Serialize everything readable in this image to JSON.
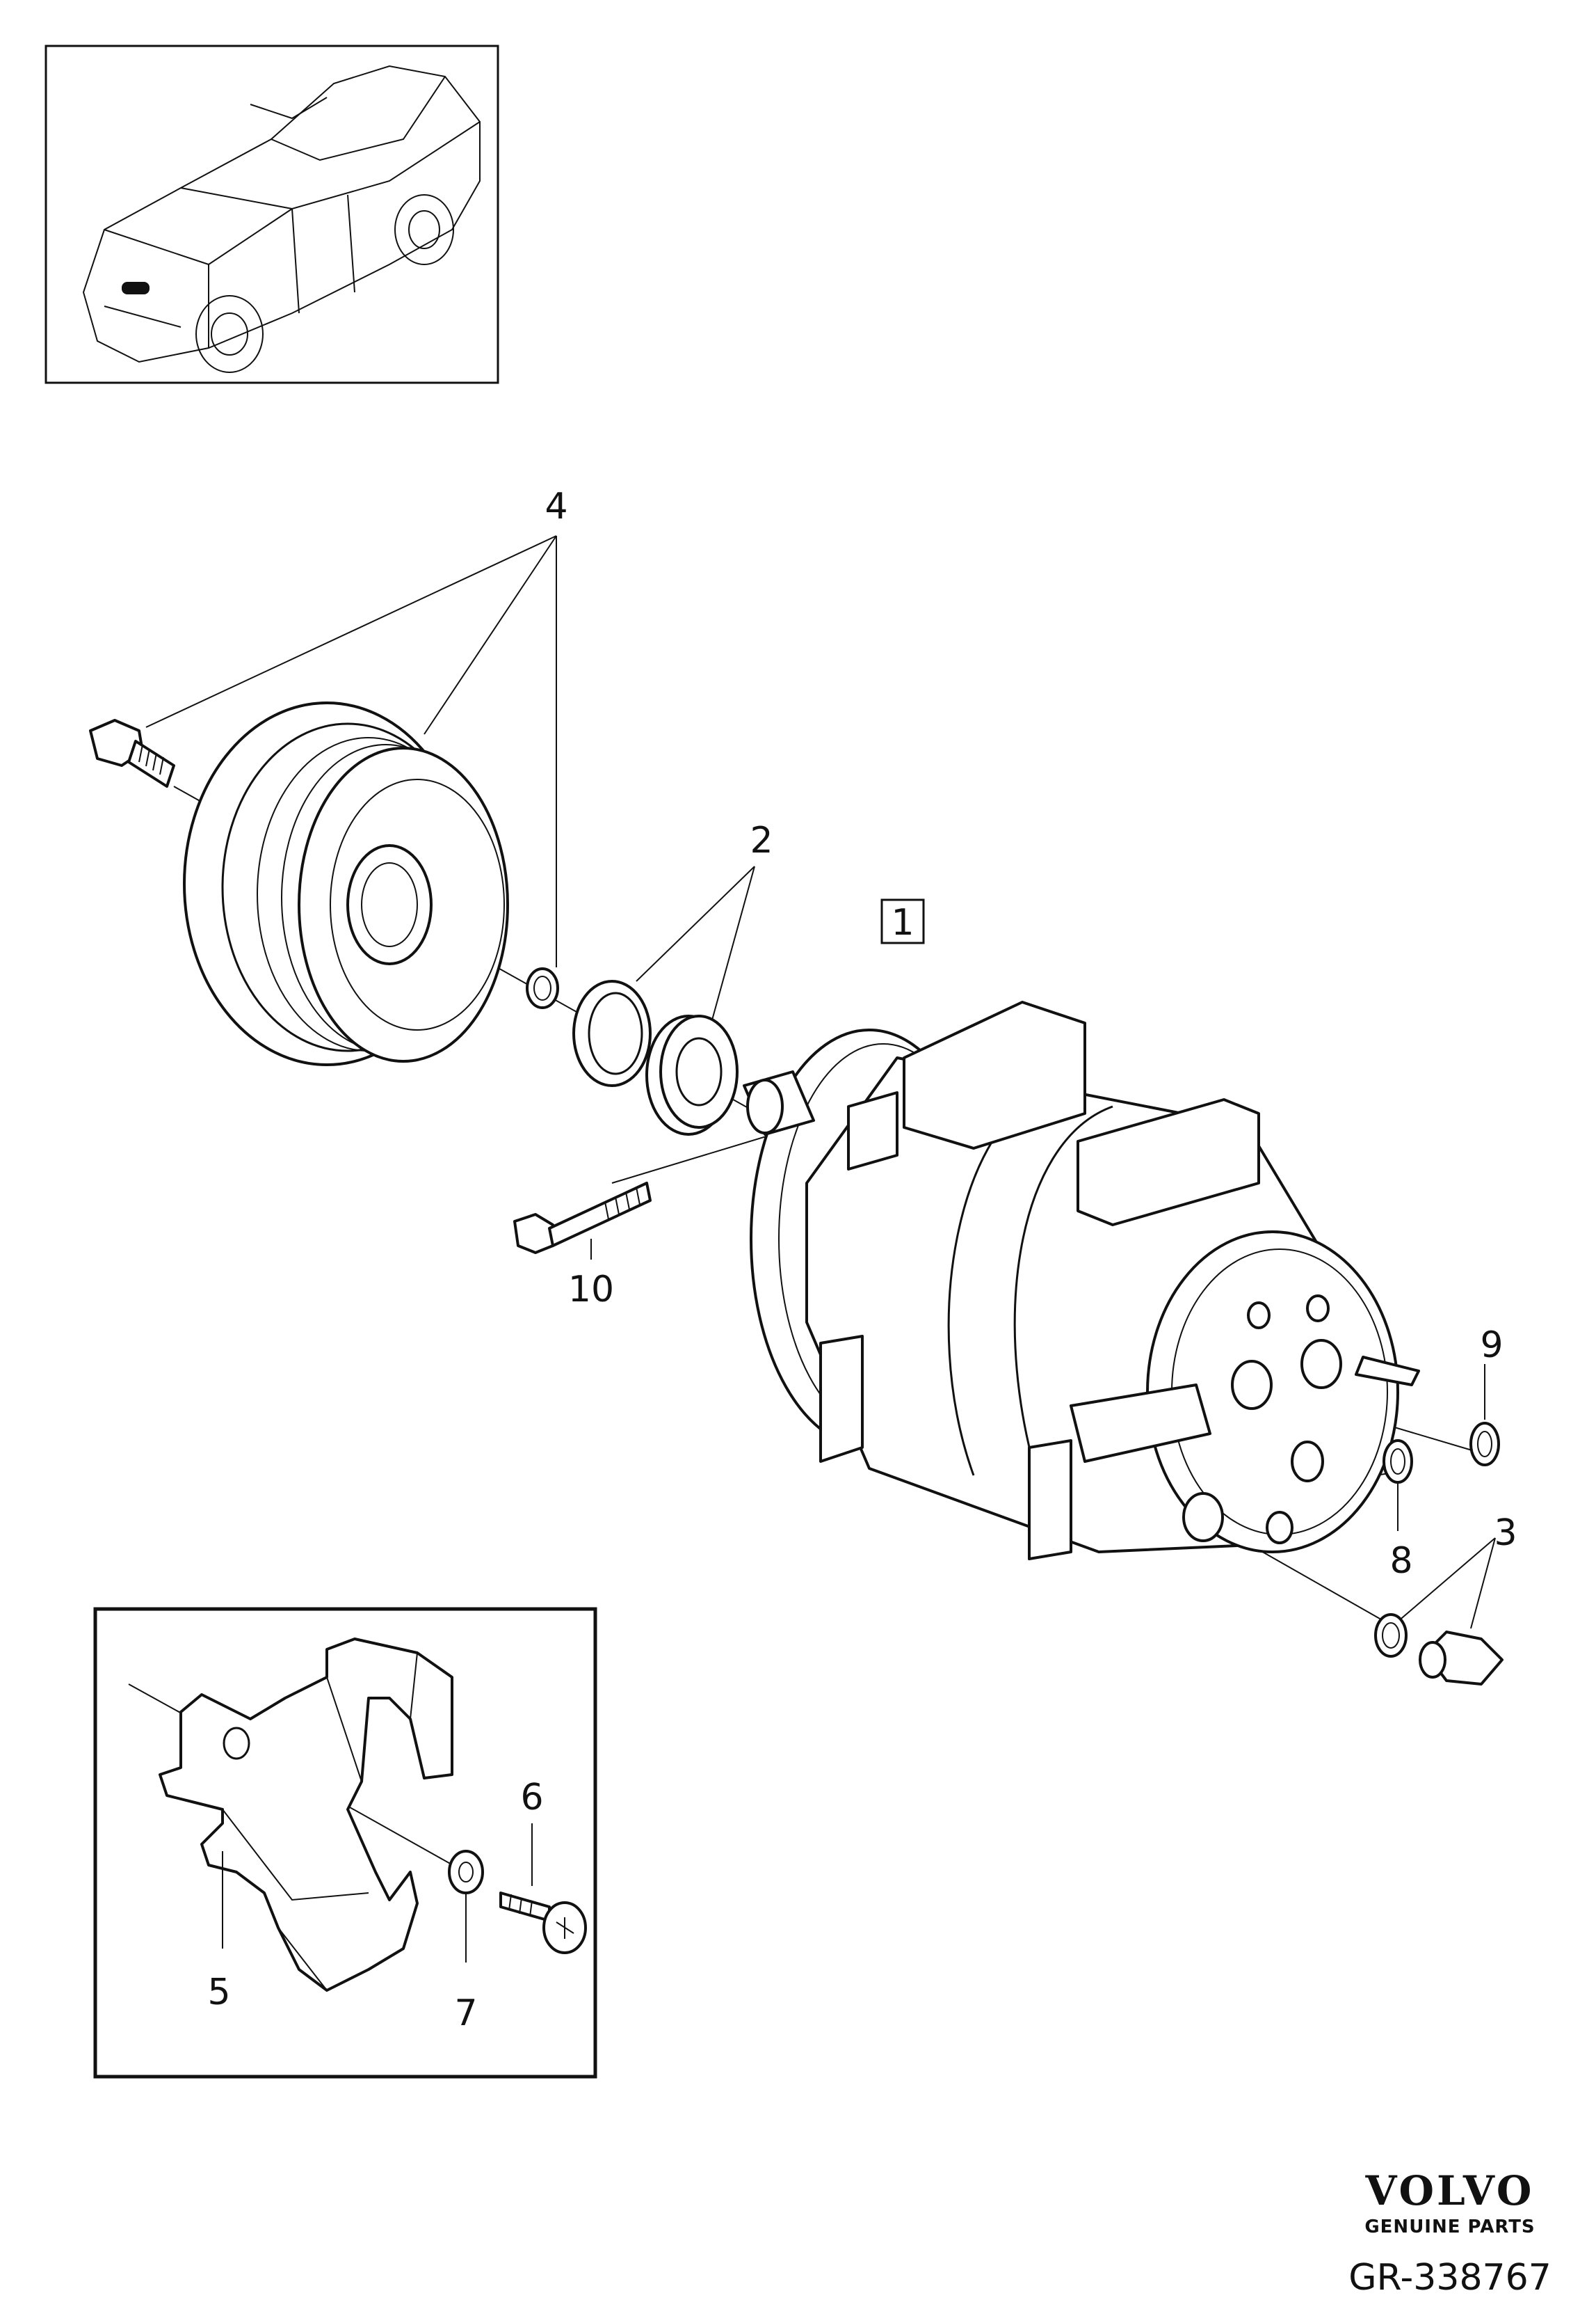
{
  "callouts": {
    "c1": "1",
    "c2": "2",
    "c3": "3",
    "c4": "4",
    "c5": "5",
    "c6": "6",
    "c7": "7",
    "c8": "8",
    "c9": "9",
    "c10": "10"
  },
  "brand": {
    "name": "VOLVO",
    "tagline": "GENUINE PARTS",
    "reference": "GR-338767"
  }
}
